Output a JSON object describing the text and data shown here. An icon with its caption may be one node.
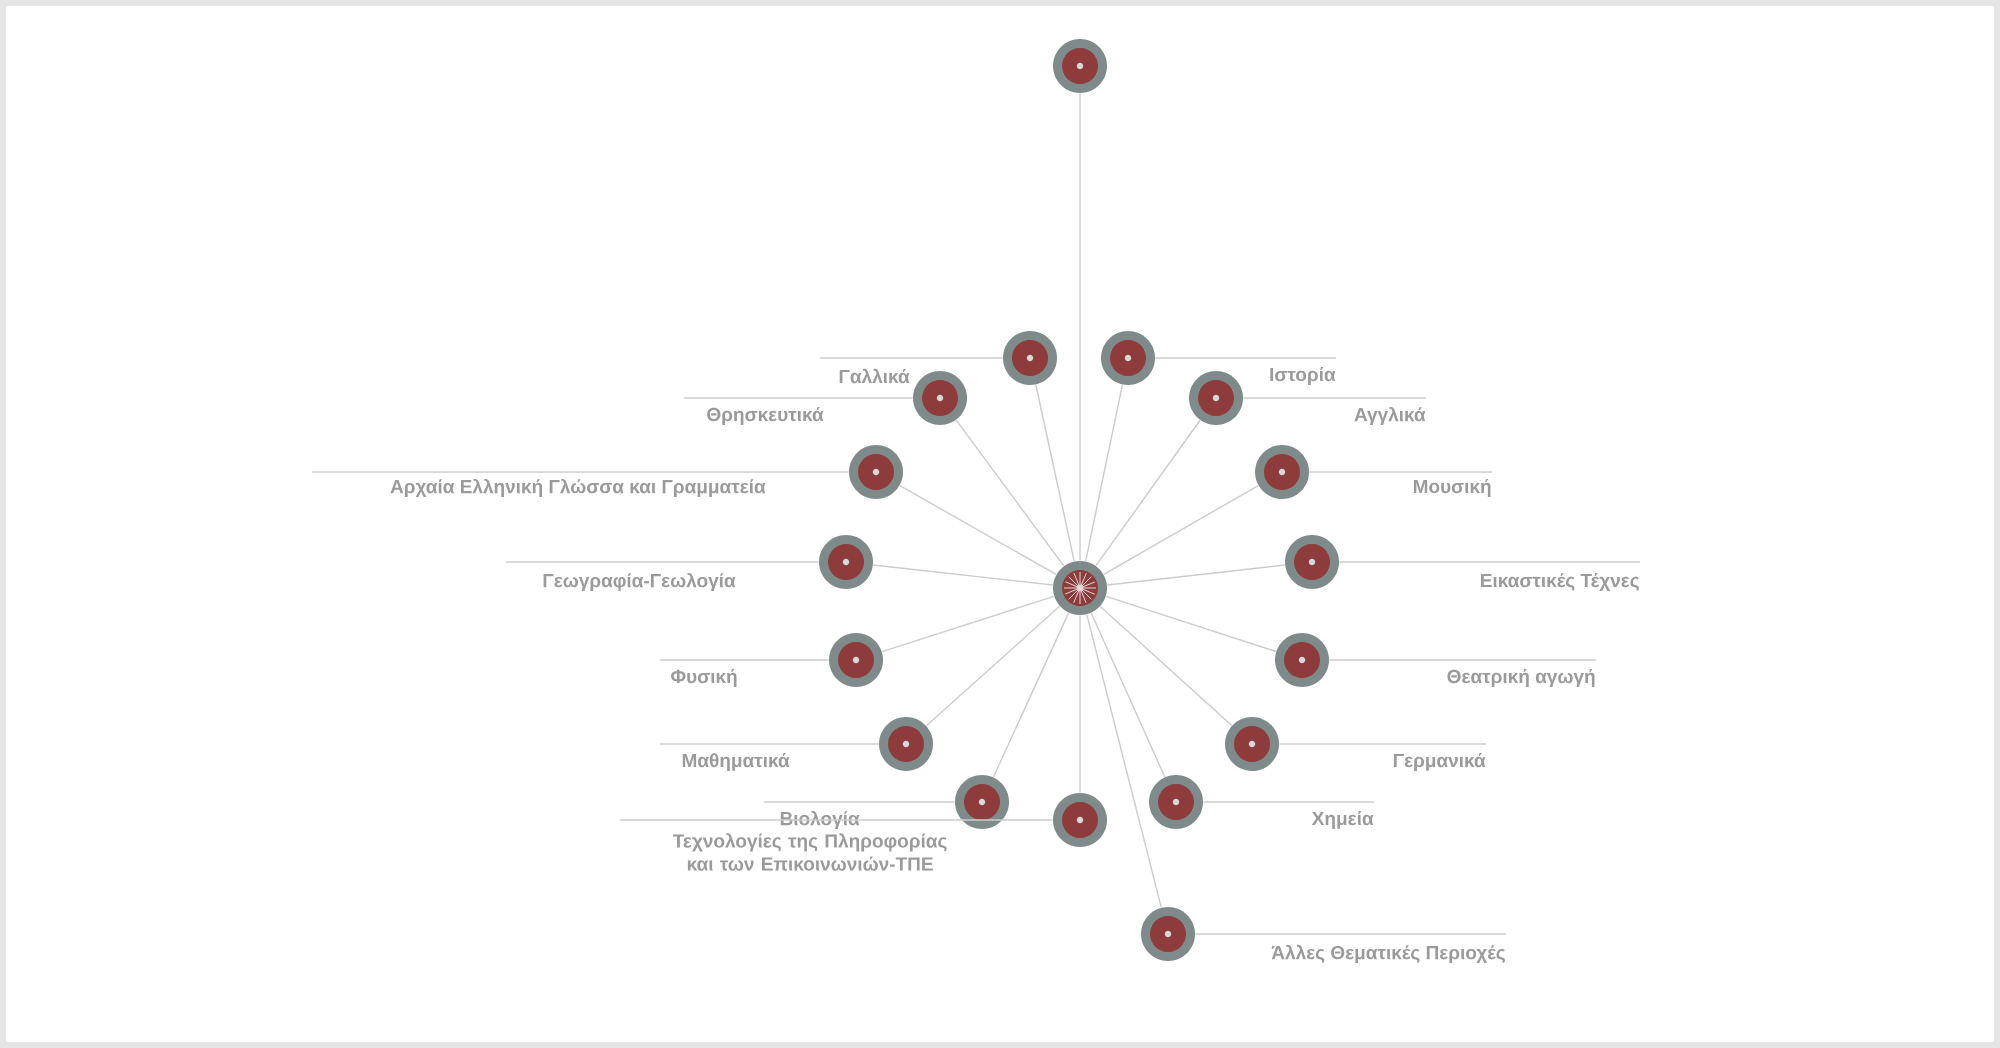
{
  "diagram": {
    "nodes": [
      {
        "text": [],
        "shape": "circle"
      },
      {
        "text": [],
        "shape": "circle"
      },
      {
        "text": [
          "Γαλλικά"
        ]
      },
      {
        "text": [
          "Ιστορία"
        ]
      },
      {
        "text": [
          "Θρησκευτικά"
        ]
      },
      {
        "text": [
          "Αγγλικά"
        ]
      },
      {
        "text": [
          "Αρχαία Ελληνική Γλώσσα και Γραμματεία"
        ]
      },
      {
        "text": [
          "Μουσική"
        ]
      },
      {
        "text": [
          "Γεωγραφία-Γεωλογία"
        ]
      },
      {
        "text": [
          "Εικαστικές Τέχνες"
        ]
      },
      {
        "text": [
          "Φυσική"
        ]
      },
      {
        "text": [
          "Θεατρική αγωγή"
        ]
      },
      {
        "text": [
          "Μαθηματικά"
        ]
      },
      {
        "text": [
          "Γερμανικά"
        ]
      },
      {
        "text": [
          "Βιολογία"
        ]
      },
      {
        "text": [
          "Χημεία"
        ]
      },
      {
        "text": [
          "Τεχνολογίες της Πληροφορίας και των Επικοινωνιών-ΤΠΕ"
        ]
      },
      {
        "text": [
          "Άλλες Θεματικές Περιοχές"
        ]
      }
    ],
    "edges": [
      {
        "from": 0,
        "to": 1,
        "arrow": "none"
      },
      {
        "from": 1,
        "to": 2,
        "arrow": "none"
      },
      {
        "from": 1,
        "to": 3,
        "arrow": "none"
      },
      {
        "from": 1,
        "to": 4,
        "arrow": "none"
      },
      {
        "from": 1,
        "to": 5,
        "arrow": "none"
      },
      {
        "from": 1,
        "to": 6,
        "arrow": "none"
      },
      {
        "from": 1,
        "to": 7,
        "arrow": "none"
      },
      {
        "from": 1,
        "to": 8,
        "arrow": "none"
      },
      {
        "from": 1,
        "to": 9,
        "arrow": "none"
      },
      {
        "from": 1,
        "to": 10,
        "arrow": "none"
      },
      {
        "from": 1,
        "to": 11,
        "arrow": "none"
      },
      {
        "from": 1,
        "to": 12,
        "arrow": "none"
      },
      {
        "from": 1,
        "to": 13,
        "arrow": "none"
      },
      {
        "from": 1,
        "to": 14,
        "arrow": "none"
      },
      {
        "from": 1,
        "to": 15,
        "arrow": "none"
      },
      {
        "from": 1,
        "to": 16,
        "arrow": "none"
      },
      {
        "from": 1,
        "to": 17,
        "arrow": "none"
      }
    ]
  }
}
